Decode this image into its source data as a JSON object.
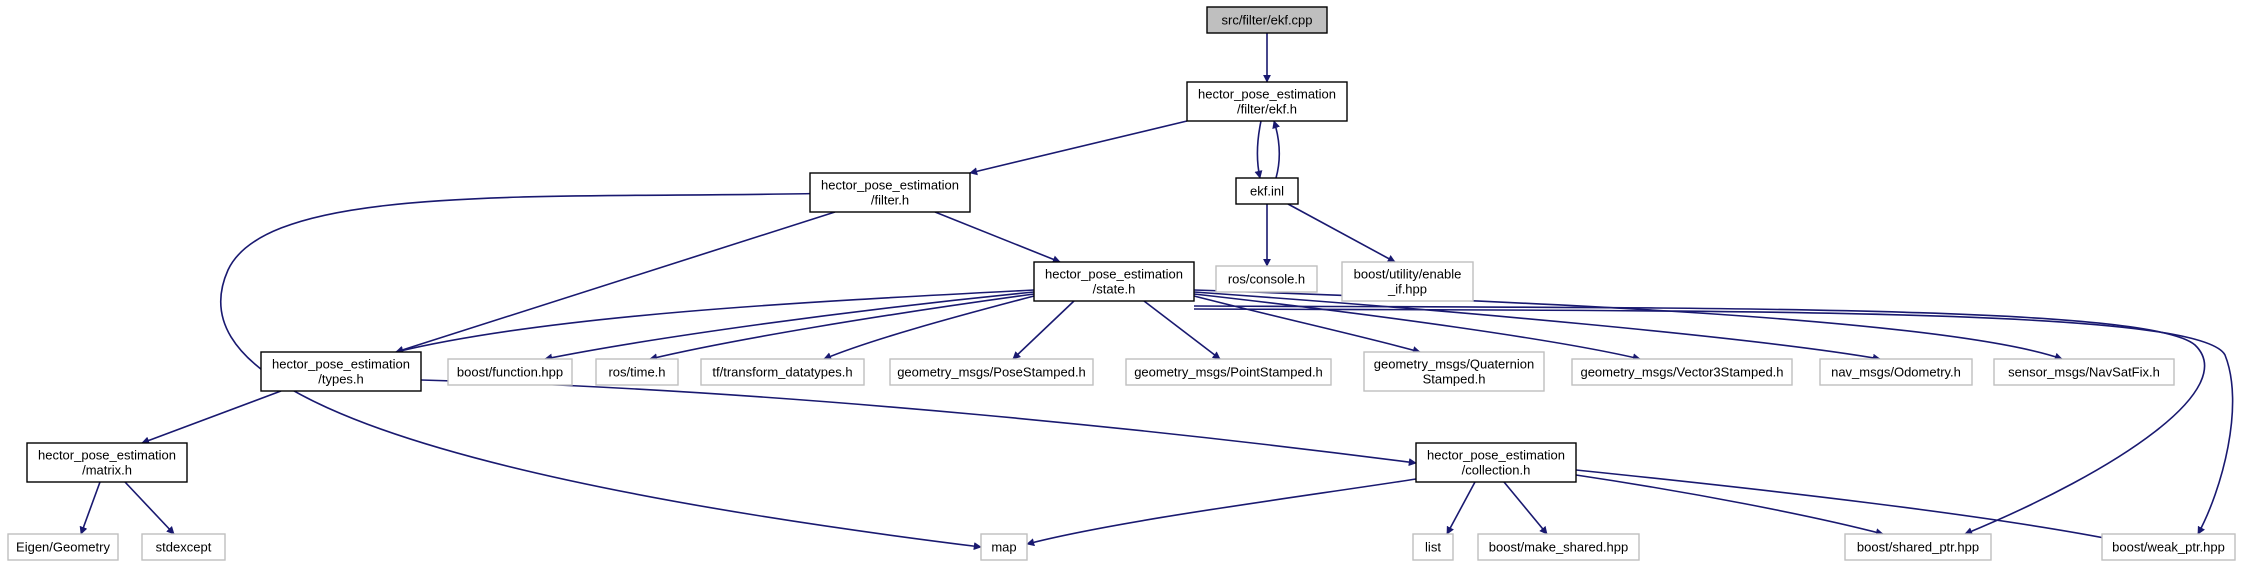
{
  "colors": {
    "edge": "#191970",
    "root_fill": "#bfbfbf",
    "root_stroke": "#000000",
    "doc_stroke": "#000000",
    "ext_stroke": "#bfbfbf",
    "background": "#ffffff"
  },
  "nodes": [
    {
      "id": "ekf_cpp",
      "kind": "root",
      "lines": [
        "src/filter/ekf.cpp"
      ]
    },
    {
      "id": "ekf_h",
      "kind": "doc",
      "lines": [
        "hector_pose_estimation",
        "/filter/ekf.h"
      ]
    },
    {
      "id": "filter_h",
      "kind": "doc",
      "lines": [
        "hector_pose_estimation",
        "/filter.h"
      ]
    },
    {
      "id": "ekf_inl",
      "kind": "doc",
      "lines": [
        "ekf.inl"
      ]
    },
    {
      "id": "ros_console",
      "kind": "ext",
      "lines": [
        "ros/console.h"
      ]
    },
    {
      "id": "enable_if",
      "kind": "ext",
      "lines": [
        "boost/utility/enable",
        "_if.hpp"
      ]
    },
    {
      "id": "state_h",
      "kind": "doc",
      "lines": [
        "hector_pose_estimation",
        "/state.h"
      ]
    },
    {
      "id": "types_h",
      "kind": "doc",
      "lines": [
        "hector_pose_estimation",
        "/types.h"
      ]
    },
    {
      "id": "boost_function",
      "kind": "ext",
      "lines": [
        "boost/function.hpp"
      ]
    },
    {
      "id": "ros_time",
      "kind": "ext",
      "lines": [
        "ros/time.h"
      ]
    },
    {
      "id": "tf_datatypes",
      "kind": "ext",
      "lines": [
        "tf/transform_datatypes.h"
      ]
    },
    {
      "id": "pose_stamped",
      "kind": "ext",
      "lines": [
        "geometry_msgs/PoseStamped.h"
      ]
    },
    {
      "id": "point_stamped",
      "kind": "ext",
      "lines": [
        "geometry_msgs/PointStamped.h"
      ]
    },
    {
      "id": "quat_stamped",
      "kind": "ext",
      "lines": [
        "geometry_msgs/Quaternion",
        "Stamped.h"
      ]
    },
    {
      "id": "vector3_stamped",
      "kind": "ext",
      "lines": [
        "geometry_msgs/Vector3Stamped.h"
      ]
    },
    {
      "id": "odometry",
      "kind": "ext",
      "lines": [
        "nav_msgs/Odometry.h"
      ]
    },
    {
      "id": "navsatfix",
      "kind": "ext",
      "lines": [
        "sensor_msgs/NavSatFix.h"
      ]
    },
    {
      "id": "matrix_h",
      "kind": "doc",
      "lines": [
        "hector_pose_estimation",
        "/matrix.h"
      ]
    },
    {
      "id": "collection_h",
      "kind": "doc",
      "lines": [
        "hector_pose_estimation",
        "/collection.h"
      ]
    },
    {
      "id": "eigen_geometry",
      "kind": "ext",
      "lines": [
        "Eigen/Geometry"
      ]
    },
    {
      "id": "stdexcept",
      "kind": "ext",
      "lines": [
        "stdexcept"
      ]
    },
    {
      "id": "map",
      "kind": "ext",
      "lines": [
        "map"
      ]
    },
    {
      "id": "list",
      "kind": "ext",
      "lines": [
        "list"
      ]
    },
    {
      "id": "make_shared",
      "kind": "ext",
      "lines": [
        "boost/make_shared.hpp"
      ]
    },
    {
      "id": "shared_ptr",
      "kind": "ext",
      "lines": [
        "boost/shared_ptr.hpp"
      ]
    },
    {
      "id": "weak_ptr",
      "kind": "ext",
      "lines": [
        "boost/weak_ptr.hpp"
      ]
    }
  ],
  "edges": [
    {
      "from": "ekf_cpp",
      "to": "ekf_h"
    },
    {
      "from": "ekf_h",
      "to": "filter_h"
    },
    {
      "from": "ekf_h",
      "to": "ekf_inl"
    },
    {
      "from": "ekf_inl",
      "to": "ekf_h"
    },
    {
      "from": "ekf_inl",
      "to": "ros_console"
    },
    {
      "from": "ekf_inl",
      "to": "enable_if"
    },
    {
      "from": "filter_h",
      "to": "state_h"
    },
    {
      "from": "filter_h",
      "to": "types_h"
    },
    {
      "from": "filter_h",
      "to": "map"
    },
    {
      "from": "state_h",
      "to": "types_h"
    },
    {
      "from": "state_h",
      "to": "boost_function"
    },
    {
      "from": "state_h",
      "to": "ros_time"
    },
    {
      "from": "state_h",
      "to": "tf_datatypes"
    },
    {
      "from": "state_h",
      "to": "pose_stamped"
    },
    {
      "from": "state_h",
      "to": "point_stamped"
    },
    {
      "from": "state_h",
      "to": "quat_stamped"
    },
    {
      "from": "state_h",
      "to": "vector3_stamped"
    },
    {
      "from": "state_h",
      "to": "odometry"
    },
    {
      "from": "state_h",
      "to": "navsatfix"
    },
    {
      "from": "state_h",
      "to": "shared_ptr"
    },
    {
      "from": "state_h",
      "to": "weak_ptr"
    },
    {
      "from": "types_h",
      "to": "matrix_h"
    },
    {
      "from": "types_h",
      "to": "collection_h"
    },
    {
      "from": "matrix_h",
      "to": "eigen_geometry"
    },
    {
      "from": "matrix_h",
      "to": "stdexcept"
    },
    {
      "from": "collection_h",
      "to": "map"
    },
    {
      "from": "collection_h",
      "to": "list"
    },
    {
      "from": "collection_h",
      "to": "make_shared"
    },
    {
      "from": "collection_h",
      "to": "shared_ptr"
    },
    {
      "from": "collection_h",
      "to": "weak_ptr"
    }
  ]
}
